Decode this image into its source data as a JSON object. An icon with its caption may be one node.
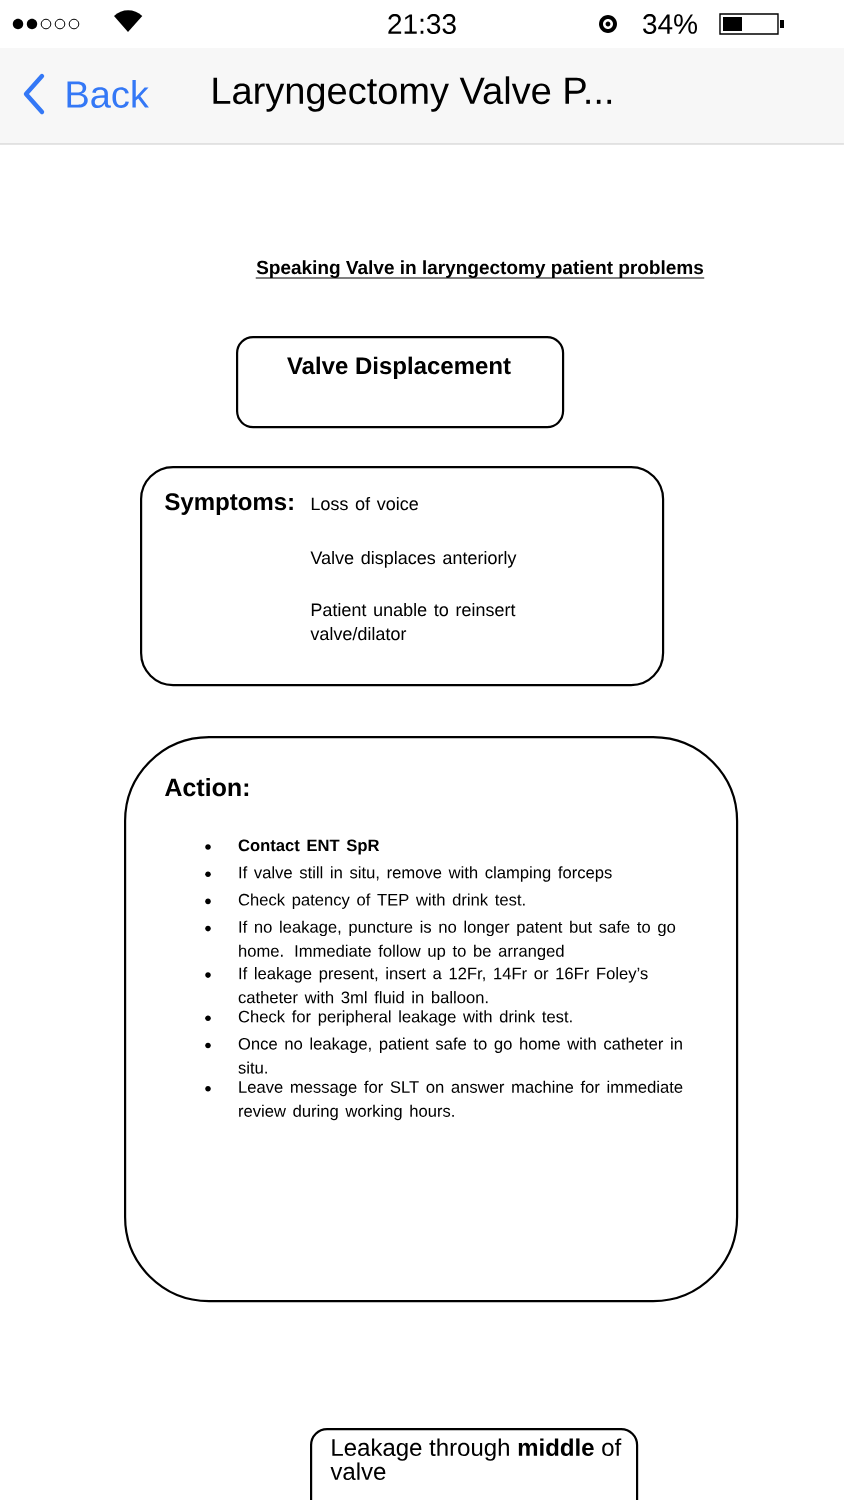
{
  "diagram": {
    "title": "Speaking Valve in laryngectomy patient problems",
    "nodes": [
      {
        "text": [
          "Valve Displacement"
        ]
      },
      {
        "text": [
          "Symptoms:",
          "Loss of voice",
          "Valve displaces anteriorly",
          "Patient unable to reinsert valve/dilator"
        ]
      },
      {
        "text": [
          "Action:",
          "**Contact ENT SpR**",
          "If valve still in situ, remove with clamping forceps",
          "Check patency of TEP with drink test.",
          "If no leakage, puncture is no longer patent but safe to go home. Immediate follow up to be arranged",
          "If leakage present, insert a 12Fr, 14Fr or 16Fr Foley’s catheter with 3ml fluid in balloon.",
          "Check for peripheral leakage with drink test.",
          "Once no leakage, patient safe to go home with catheter in situ.",
          "Leave message for SLT on answer machine for immediate review during working hours."
        ]
      },
      {
        "text": [
          "Leakage through **middle** of valve"
        ]
      }
    ],
    "labels": [
      "21:33",
      "34%",
      "Back",
      "Laryngectomy Valve P..."
    ]
  }
}
